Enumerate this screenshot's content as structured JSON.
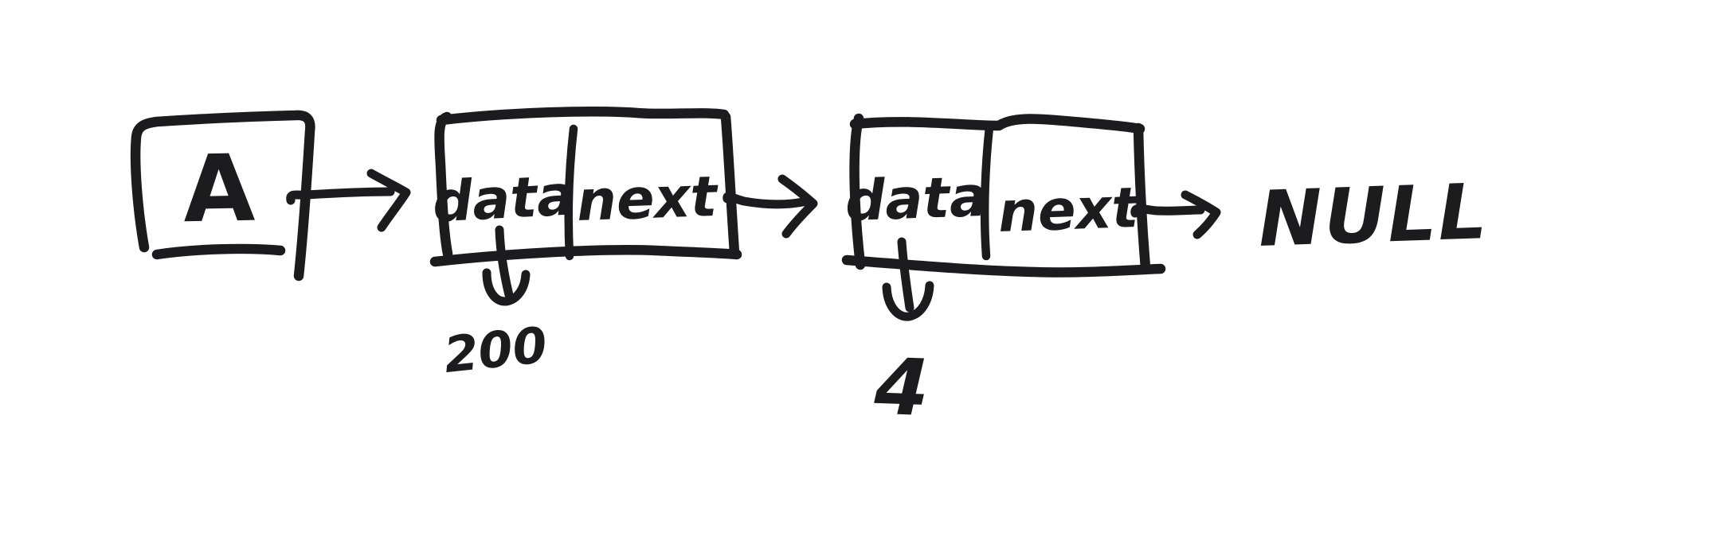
{
  "canvas": {
    "background": "#ffffff",
    "ink_color": "#1c1c1e"
  },
  "diagram": {
    "type": "singly-linked-list-sketch",
    "head": {
      "label": "A"
    },
    "nodes": [
      {
        "data_label": "data",
        "next_label": "next",
        "value": "200"
      },
      {
        "data_label": "data",
        "next_label": "next",
        "value": "4"
      }
    ],
    "terminator_label": "NULL"
  }
}
